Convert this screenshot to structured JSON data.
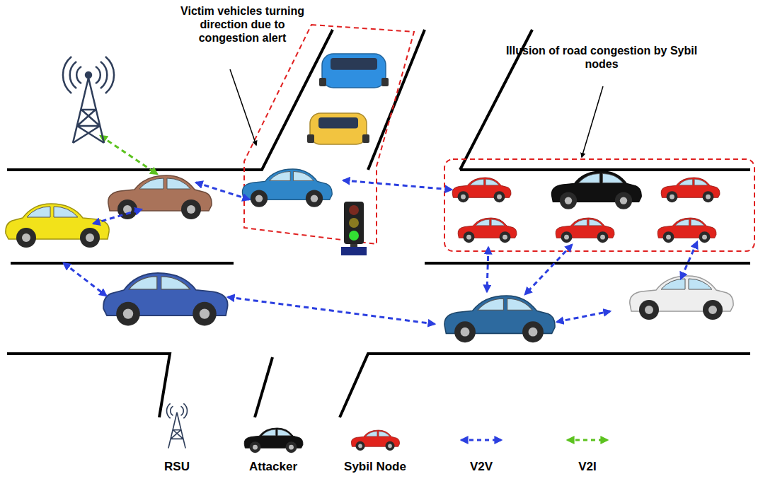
{
  "diagram": {
    "labels": [
      "Victim vehicles turning direction due to congestion alert",
      "Illusion of road congestion by Sybil nodes"
    ],
    "legend": [
      {
        "text": "RSU"
      },
      {
        "text": "Attacker"
      },
      {
        "text": "Sybil Node"
      },
      {
        "text": "V2V"
      },
      {
        "text": "V2I"
      }
    ]
  }
}
